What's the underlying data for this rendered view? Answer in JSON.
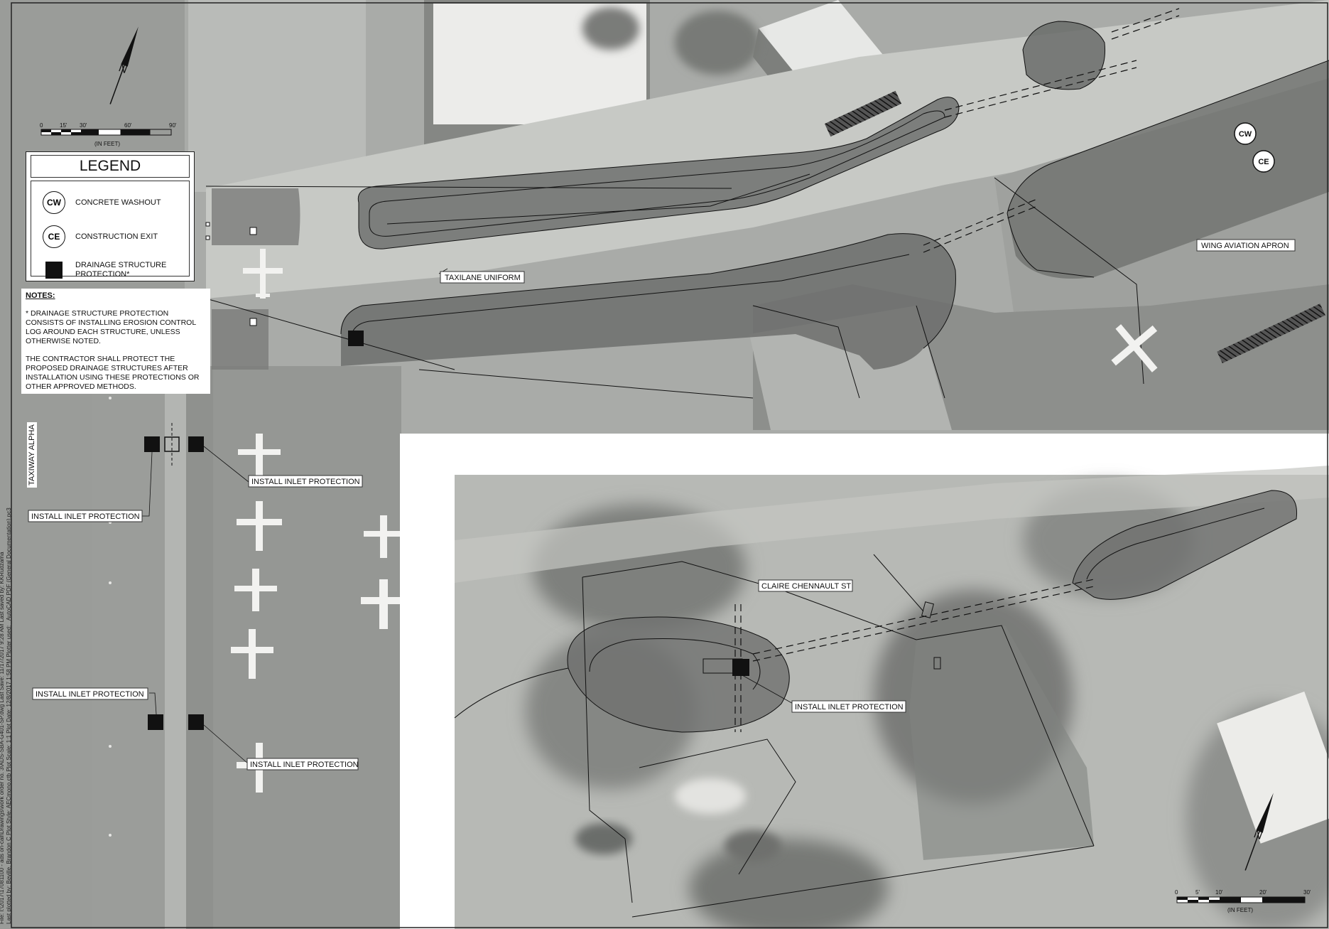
{
  "legend": {
    "title": "LEGEND",
    "items": [
      {
        "symbol": "CW",
        "label": "CONCRETE WASHOUT"
      },
      {
        "symbol": "CE",
        "label": "CONSTRUCTION EXIT"
      },
      {
        "symbol": "",
        "label_line1": "DRAINAGE STRUCTURE",
        "label_line2": "PROTECTION*"
      }
    ]
  },
  "notes": {
    "title": "NOTES:",
    "note1": "* DRAINAGE STRUCTURE PROTECTION CONSISTS OF INSTALLING EROSION CONTROL LOG AROUND EACH STRUCTURE, UNLESS OTHERWISE NOTED.",
    "note2": "THE CONTRACTOR SHALL PROTECT THE PROPOSED DRAINAGE STRUCTURES AFTER INSTALLATION USING THESE PROTECTIONS OR OTHER APPROVED METHODS."
  },
  "scale_main": {
    "ticks": [
      "0",
      "15'",
      "30'",
      "60'",
      "90'"
    ],
    "unit": "(IN FEET)"
  },
  "scale_inset": {
    "ticks": [
      "0",
      "5'",
      "10'",
      "20'",
      "30'"
    ],
    "unit": "(IN FEET)"
  },
  "labels": {
    "taxilane": "TAXILANE UNIFORM",
    "apron": "WING AVIATION APRON",
    "taxiway": "TAXIWAY ALPHA",
    "inlet1": "INSTALL INLET PROTECTION",
    "inlet2": "INSTALL INLET PROTECTION",
    "inlet3": "INSTALL INLET PROTECTION",
    "inlet4": "INSTALL INLET PROTECTION",
    "inlet_inset": "INSTALL INLET PROTECTION",
    "street": "CLAIRE CHENNAULT ST"
  },
  "map_symbols": {
    "cw": "CW",
    "ce": "CE"
  },
  "north_arrow": {
    "letter": "N"
  },
  "file_info": {
    "line1": "File: I:\\2017\\17081100 - ads on-call\\Drawings\\work order no. 3\\ADS-SBA-G401-SP.dwg  Last Save: 11/17/2017 9:28 AM  Last saved by: KKRudzama",
    "line2": "Last plotted by: Beville, Brandon C  Plot Style: AECmono.ctb  Plot Scale: 1:1  Plot Date: 12/8/2017 1:58 PM  Plotter used: _AutoCAD PDF (General Documentation).pc3"
  },
  "colors": {
    "aerial_gray": "#9d9f9c",
    "pavement_light": "#c4c6c2",
    "hatch_dark": "#6f716f",
    "linework": "#111111"
  }
}
